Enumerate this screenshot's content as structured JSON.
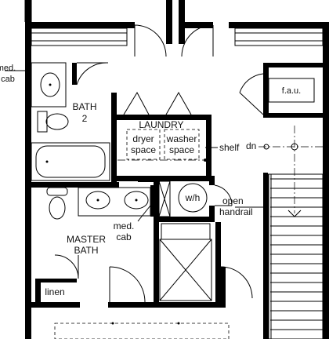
{
  "labels": {
    "med_cab_top_1": "med.",
    "med_cab_top_2": "cab",
    "bath2_1": "BATH",
    "bath2_2": "2",
    "laundry": "LAUNDRY",
    "dryer_1": "dryer",
    "dryer_2": "space",
    "washer_1": "washer",
    "washer_2": "space",
    "shelf": "shelf",
    "dn": "dn",
    "fau": "f.a.u.",
    "wh": "w/h",
    "open_1": "open",
    "open_2": "handrail",
    "med_cab_mid_1": "med.",
    "med_cab_mid_2": "cab",
    "master_1": "MASTER",
    "master_2": "BATH",
    "linen": "linen"
  }
}
